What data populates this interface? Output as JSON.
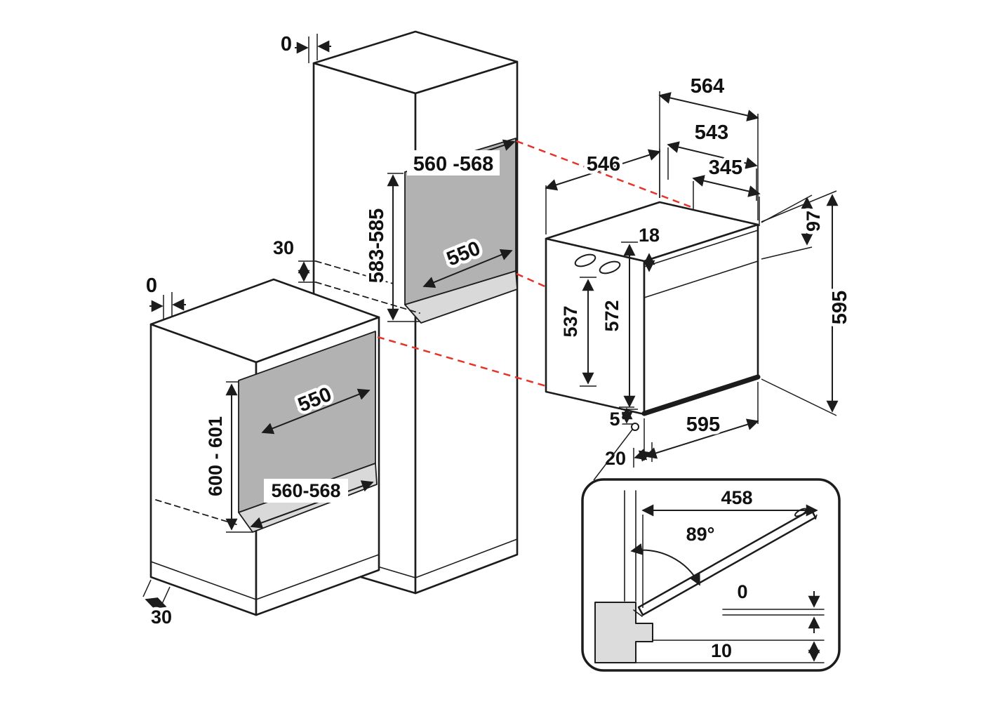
{
  "colors": {
    "line": "#1c1c1c",
    "red": "#e5332a",
    "niche_back": "#b2b2b2",
    "niche_floor": "#d9d9d9",
    "detail_gray": "#dcdcdc"
  },
  "dims": {
    "tall": {
      "gap_top": "0",
      "recess": "30",
      "niche_width": "560 -568",
      "niche_height": "583-585",
      "niche_depth": "550"
    },
    "base": {
      "gap_top": "0",
      "niche_depth": "550",
      "niche_height": "600 - 601",
      "niche_width": "560-568",
      "plinth": "30"
    },
    "oven": {
      "top_width": "564",
      "mid_width": "543",
      "side_depth": "546",
      "inner_width": "345",
      "top_offset": "18",
      "panel_height": "97",
      "height_front": "537",
      "height_body": "572",
      "height_total": "595",
      "bottom_gap": "5",
      "front_width": "595",
      "overhang": "20"
    },
    "detail": {
      "door_length": "458",
      "opening_angle": "89°",
      "flush_gap": "0",
      "clearance": "10"
    }
  }
}
